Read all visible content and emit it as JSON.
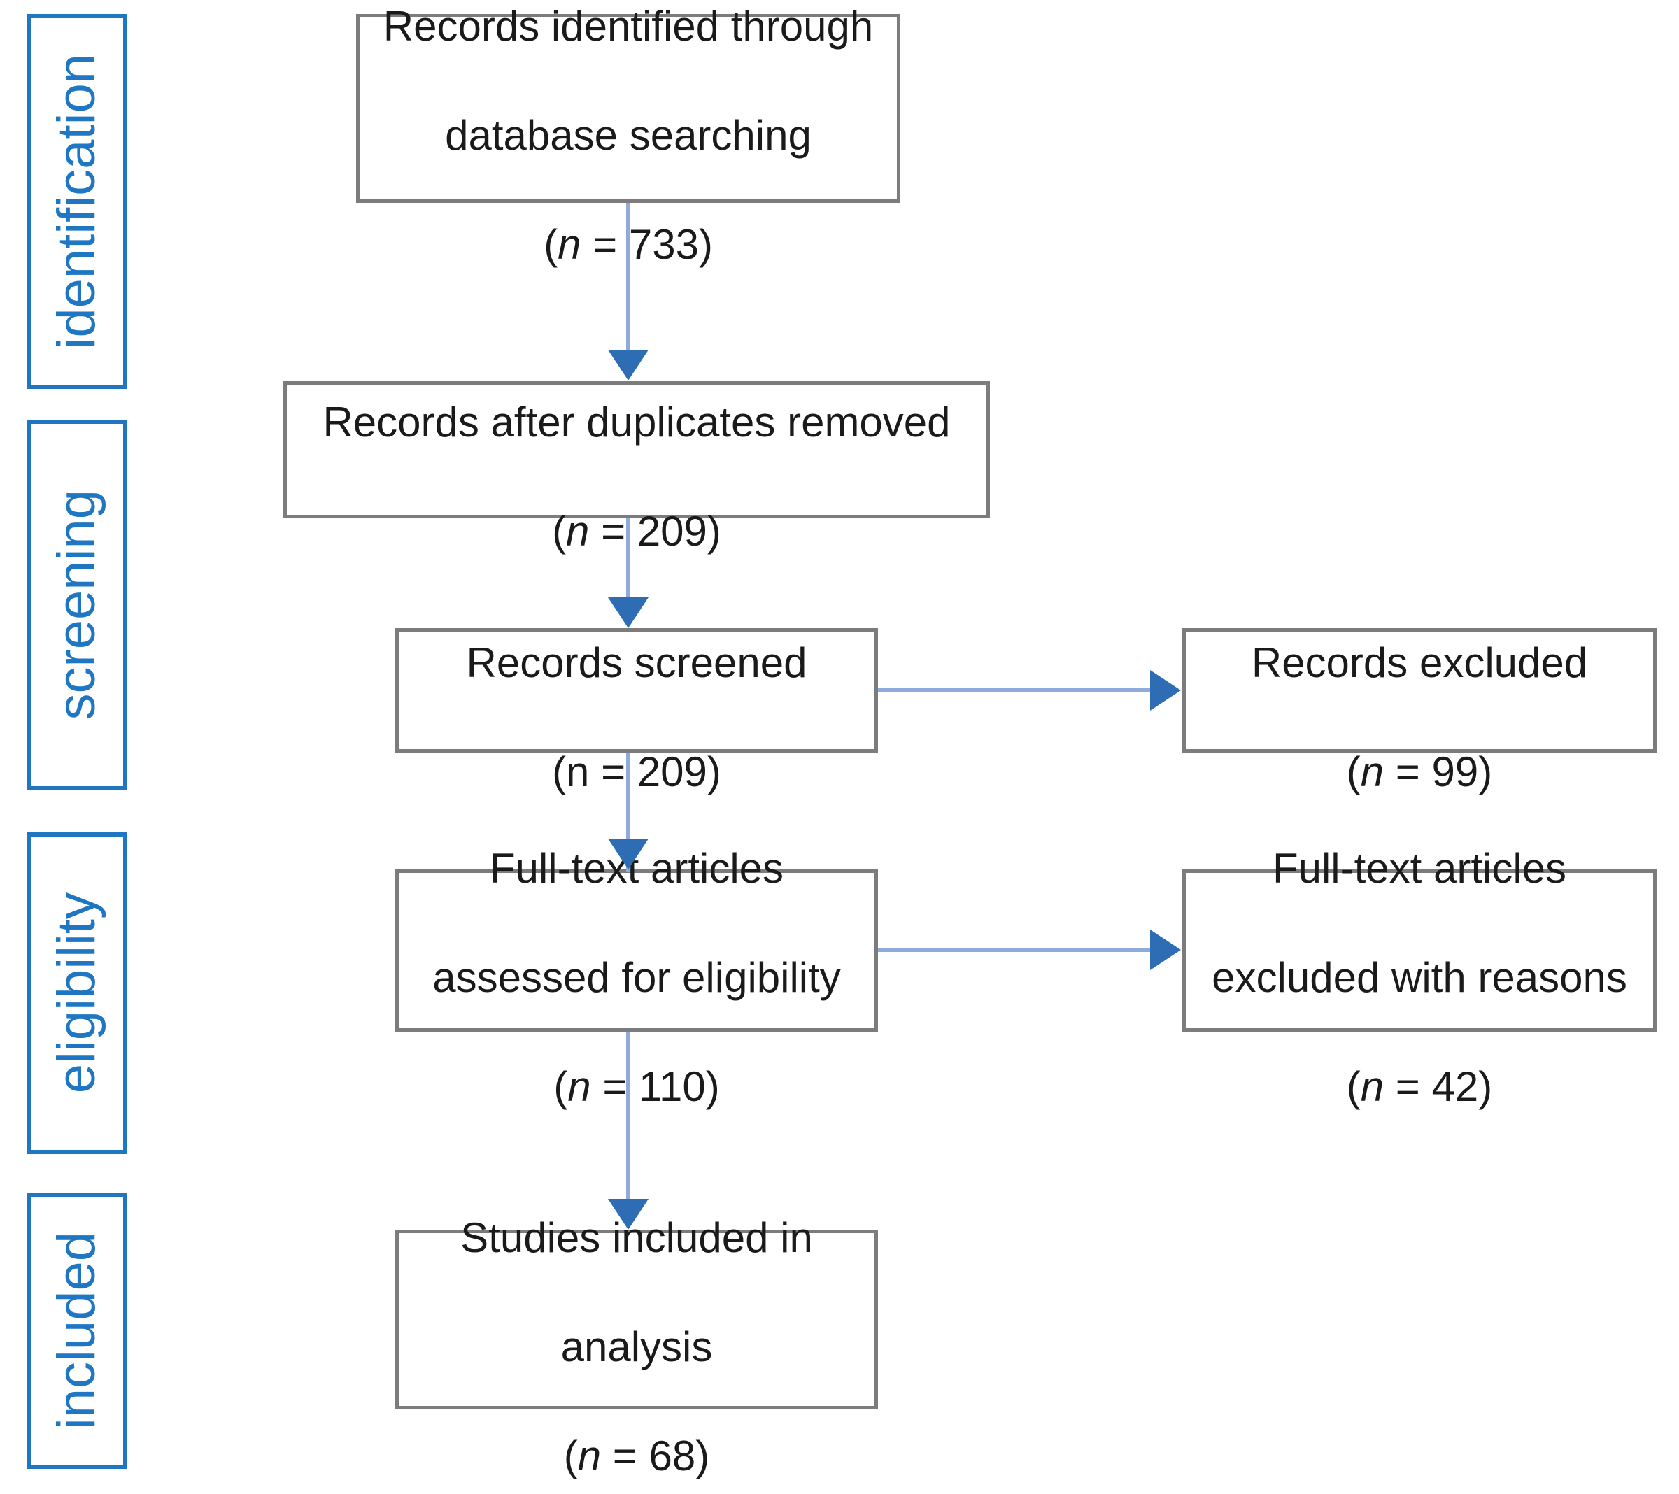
{
  "diagram": {
    "title": "PRISMA flow diagram",
    "colors": {
      "stage_border": "#1F77C4",
      "stage_text": "#1F77C4",
      "box_border": "#7C7C7C",
      "box_text": "#1a1a1a",
      "connector_line": "#8FAADC",
      "connector_arrowhead": "#2E6DB4",
      "background": "#FFFFFF"
    },
    "stages": [
      {
        "id": "identification",
        "label": "identification"
      },
      {
        "id": "screening",
        "label": "screening"
      },
      {
        "id": "eligibility",
        "label": "eligibility"
      },
      {
        "id": "included",
        "label": "included"
      }
    ],
    "nodes": [
      {
        "id": "identified",
        "line1": "Records identified through",
        "line2": "database searching",
        "n_open": "(",
        "n_symbol": "n",
        "n_italic": true,
        "n_eq": " = ",
        "n_value": "733",
        "n_close": ")"
      },
      {
        "id": "duplicates-removed",
        "line1": "Records after duplicates removed",
        "line2": "",
        "n_open": "(",
        "n_symbol": "n",
        "n_italic": true,
        "n_eq": " = ",
        "n_value": "209",
        "n_close": ")"
      },
      {
        "id": "records-screened",
        "line1": "Records screened",
        "line2": "",
        "n_open": "(",
        "n_symbol": "n",
        "n_italic": false,
        "n_eq": " = ",
        "n_value": "209",
        "n_close": ")"
      },
      {
        "id": "records-excluded",
        "line1": "Records excluded",
        "line2": "",
        "n_open": "(",
        "n_symbol": "n",
        "n_italic": true,
        "n_eq": " = ",
        "n_value": "99",
        "n_close": ")"
      },
      {
        "id": "fulltext-assessed",
        "line1": "Full-text articles",
        "line2": "assessed for eligibility",
        "n_open": "(",
        "n_symbol": "n",
        "n_italic": true,
        "n_eq": " = ",
        "n_value": "110",
        "n_close": ")"
      },
      {
        "id": "fulltext-excluded",
        "line1": "Full-text articles",
        "line2": "excluded with reasons",
        "n_open": "(",
        "n_symbol": "n",
        "n_italic": true,
        "n_eq": " = ",
        "n_value": "42",
        "n_close": ")"
      },
      {
        "id": "studies-included",
        "line1": "Studies included in",
        "line2": "analysis",
        "n_open": "(",
        "n_symbol": "n",
        "n_italic": true,
        "n_eq": " = ",
        "n_value": "68",
        "n_close": ")"
      }
    ],
    "edges": [
      {
        "id": "identified-to-duplicates",
        "from": "identified",
        "to": "duplicates-removed",
        "direction": "down"
      },
      {
        "id": "duplicates-to-screened",
        "from": "duplicates-removed",
        "to": "records-screened",
        "direction": "down"
      },
      {
        "id": "screened-to-excluded",
        "from": "records-screened",
        "to": "records-excluded",
        "direction": "right"
      },
      {
        "id": "screened-to-fulltext",
        "from": "records-screened",
        "to": "fulltext-assessed",
        "direction": "down"
      },
      {
        "id": "fulltext-to-excluded",
        "from": "fulltext-assessed",
        "to": "fulltext-excluded",
        "direction": "right"
      },
      {
        "id": "fulltext-to-included",
        "from": "fulltext-assessed",
        "to": "studies-included",
        "direction": "down"
      }
    ]
  },
  "chart_data": {
    "type": "diagram",
    "title": "PRISMA flow diagram",
    "nodes": [
      {
        "label": "Records identified through database searching",
        "n": 733,
        "stage": "identification"
      },
      {
        "label": "Records after duplicates removed",
        "n": 209,
        "stage": "screening"
      },
      {
        "label": "Records screened",
        "n": 209,
        "stage": "screening"
      },
      {
        "label": "Records excluded",
        "n": 99,
        "stage": "screening"
      },
      {
        "label": "Full-text articles assessed for eligibility",
        "n": 110,
        "stage": "eligibility"
      },
      {
        "label": "Full-text articles excluded with reasons",
        "n": 42,
        "stage": "eligibility"
      },
      {
        "label": "Studies included in analysis",
        "n": 68,
        "stage": "included"
      }
    ]
  }
}
